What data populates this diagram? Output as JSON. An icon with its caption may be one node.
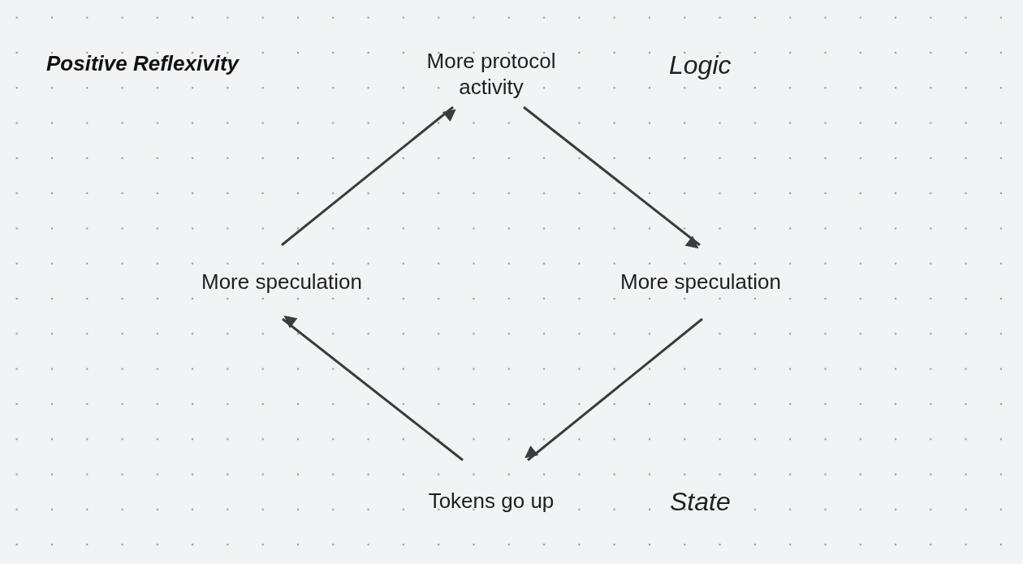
{
  "diagram": {
    "title": "Positive Reflexivity",
    "nodes": [
      {
        "text": [
          "More protocol activity"
        ]
      },
      {
        "text": [
          "More speculation"
        ]
      },
      {
        "text": [
          "Tokens go up"
        ]
      },
      {
        "text": [
          "More speculation"
        ]
      }
    ],
    "edges": [
      {
        "from": 0,
        "to": 1,
        "arrow": "to"
      },
      {
        "from": 1,
        "to": 2,
        "arrow": "to"
      },
      {
        "from": 2,
        "to": 3,
        "arrow": "to"
      },
      {
        "from": 3,
        "to": 0,
        "arrow": "to"
      }
    ],
    "labels": [
      "Logic",
      "State"
    ]
  }
}
